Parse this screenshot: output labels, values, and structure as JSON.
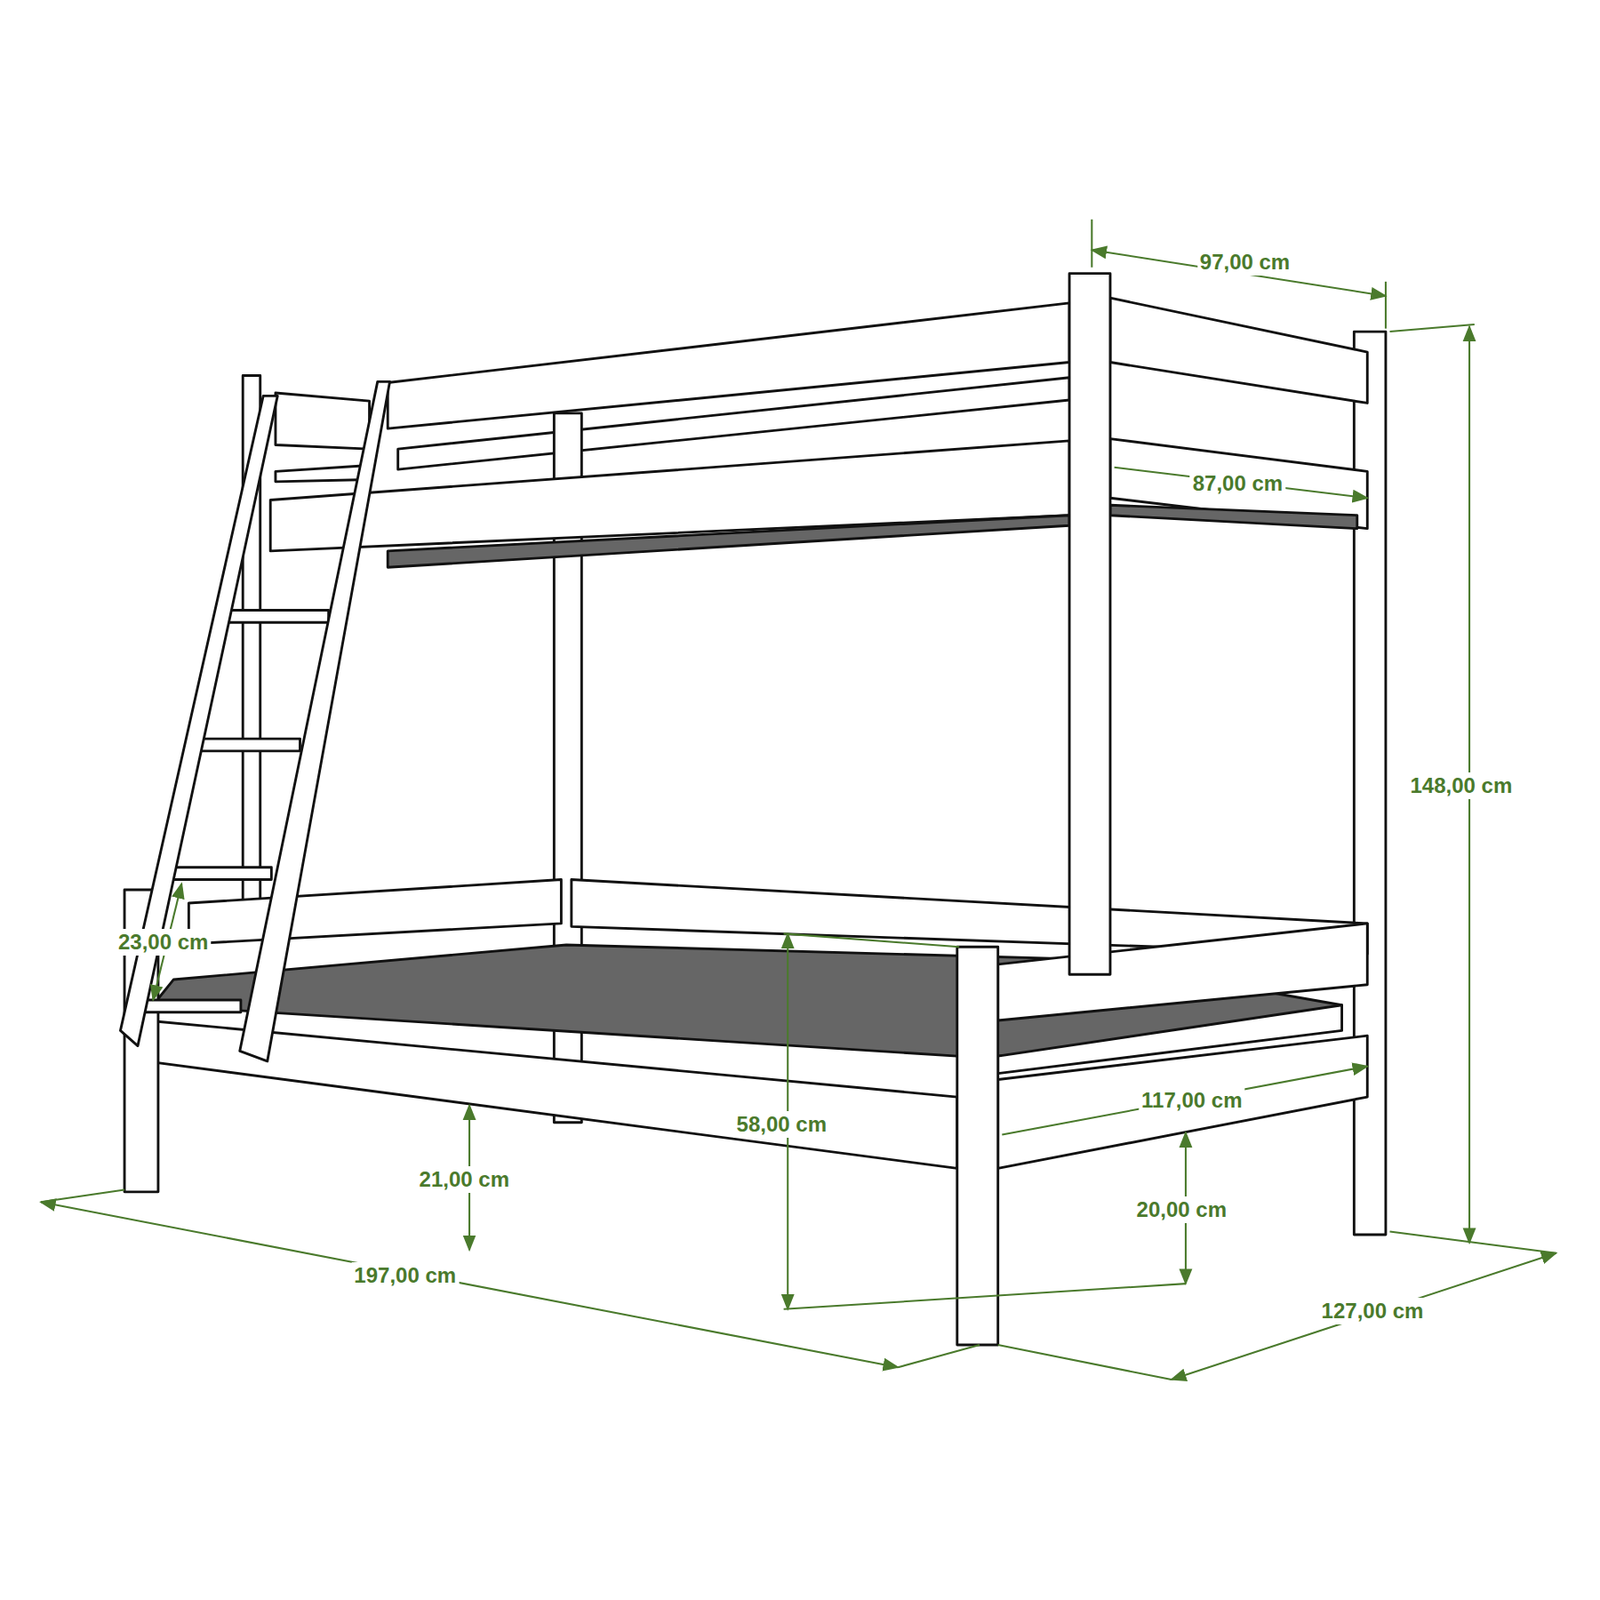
{
  "diagram": {
    "labels": [
      "97,00 cm",
      "87,00 cm",
      "148,00 cm",
      "23,00 cm",
      "58,00 cm",
      "117,00 cm",
      "21,00 cm",
      "20,00 cm",
      "197,00 cm",
      "127,00 cm"
    ]
  }
}
